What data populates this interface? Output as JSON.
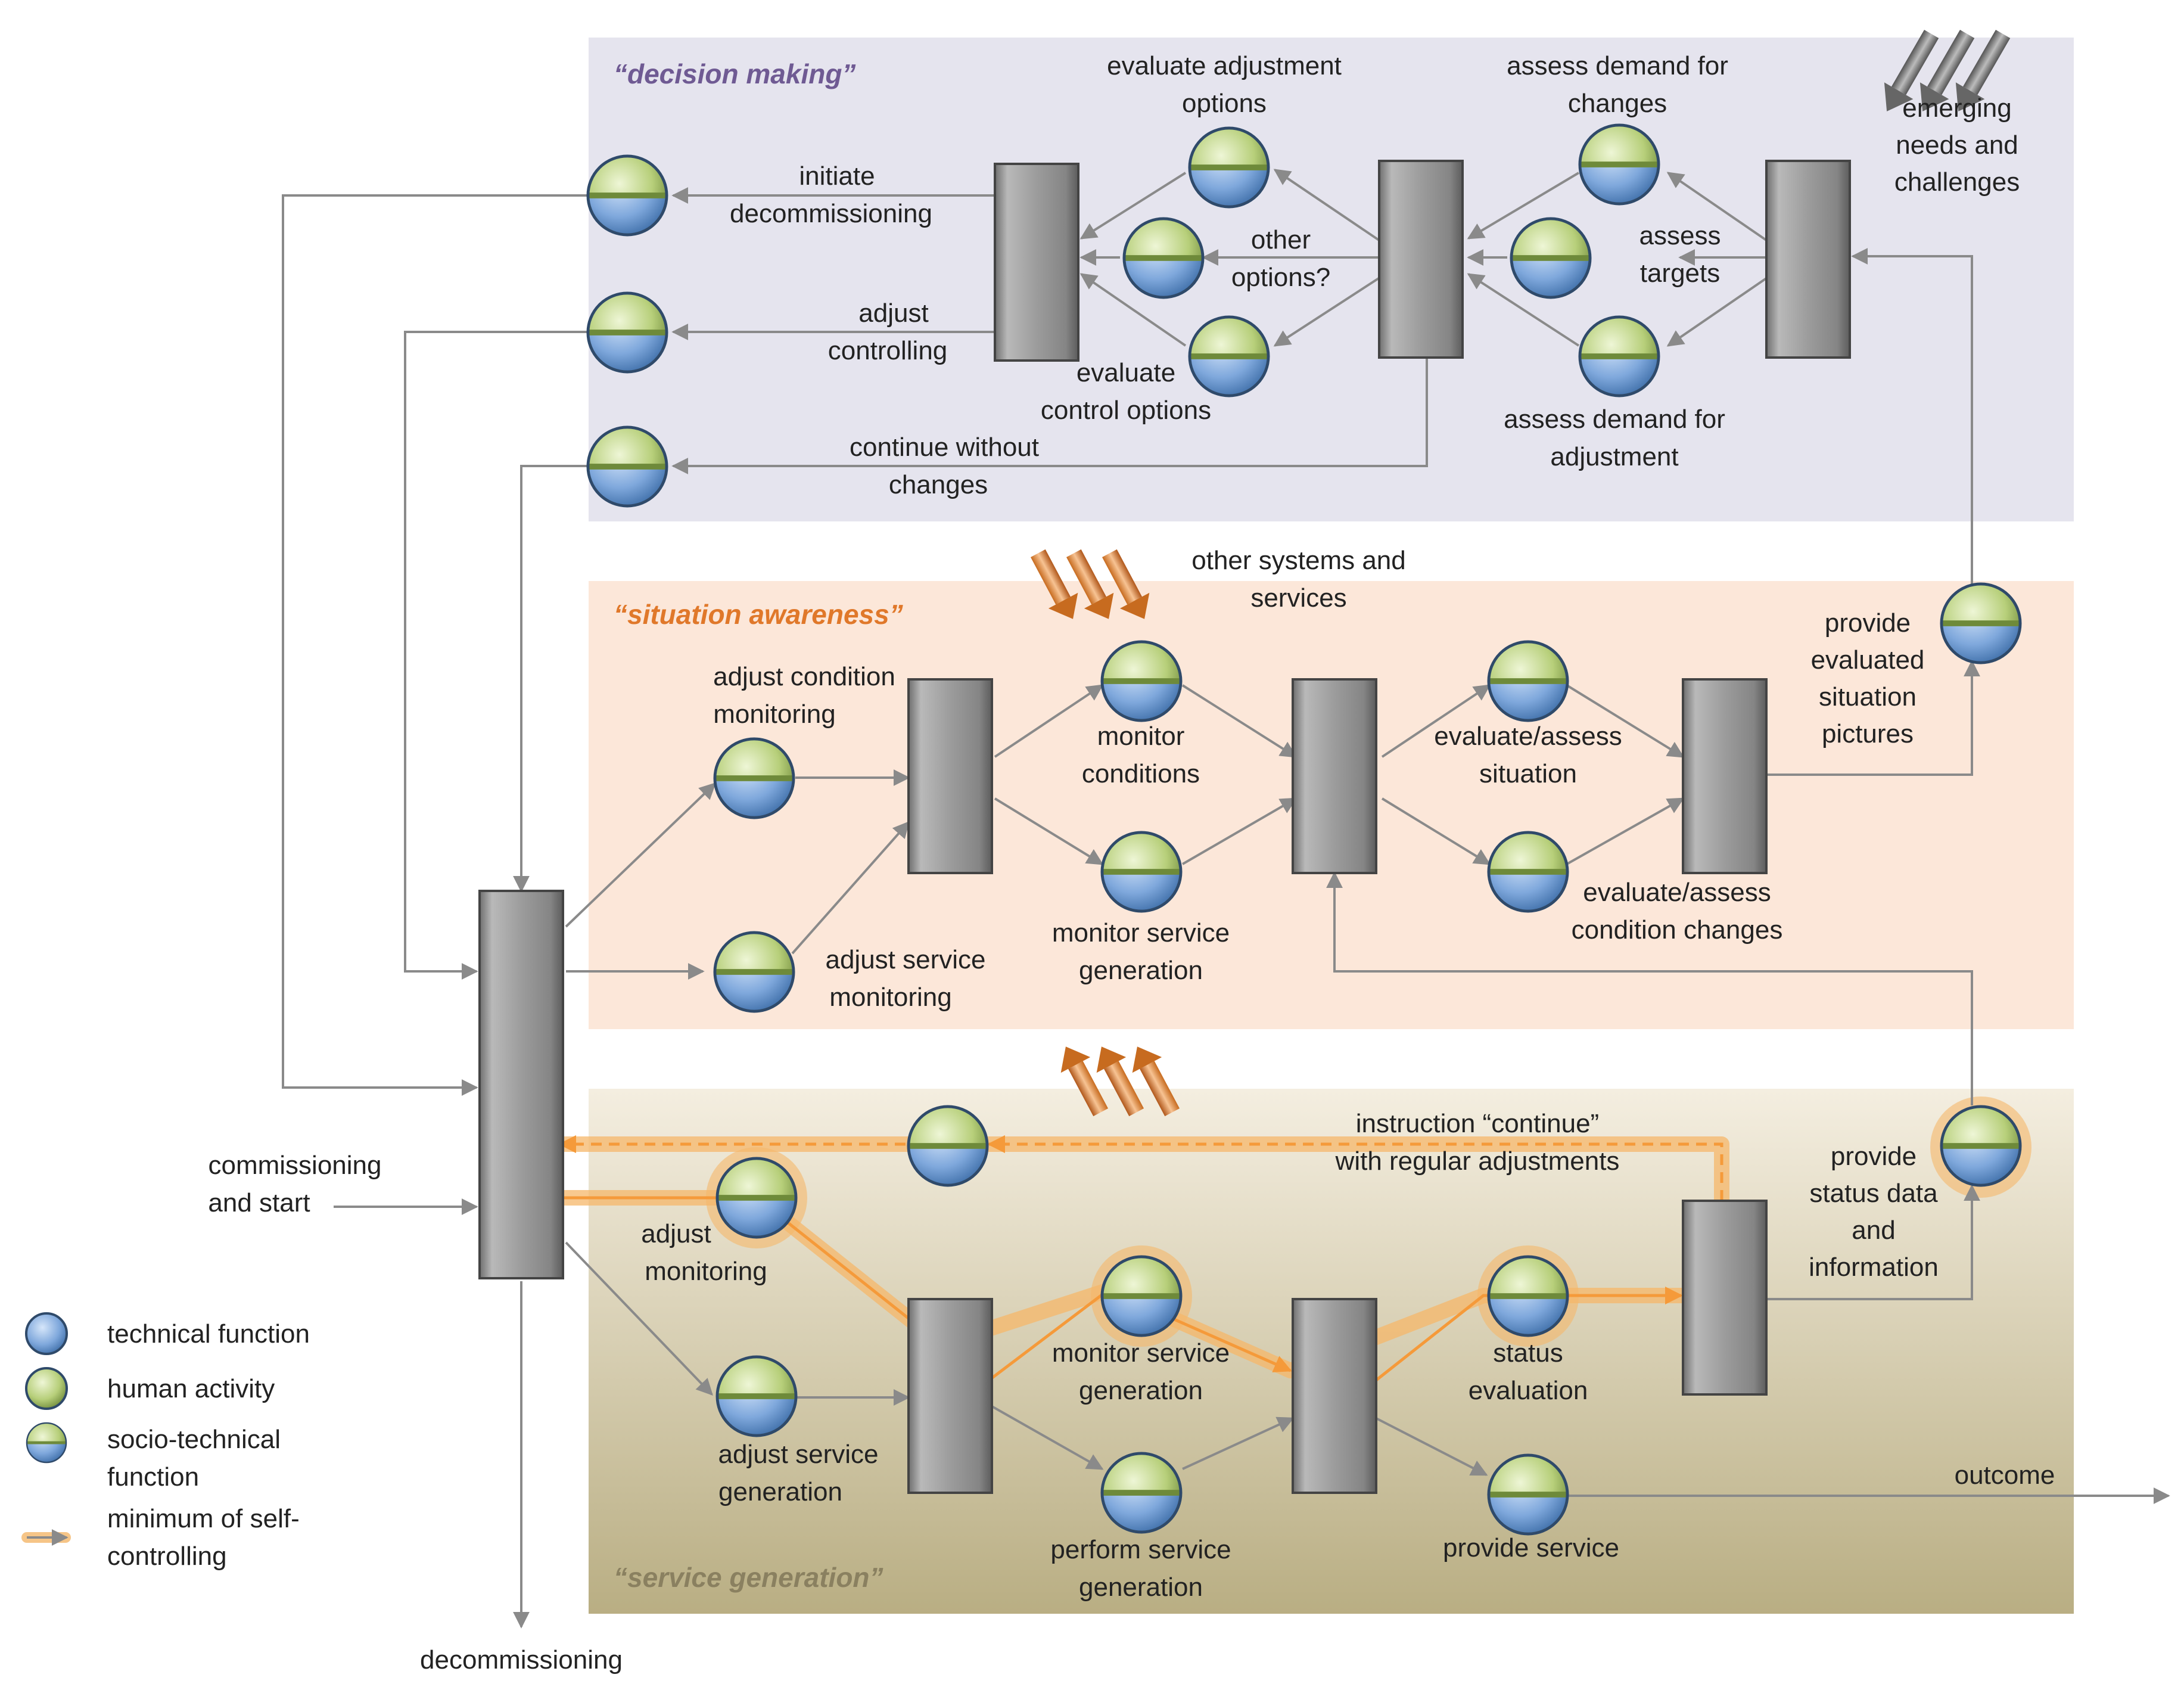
{
  "panels": {
    "decision_making": {
      "title": "“decision making”",
      "color": "#e5e4ee",
      "title_color": "#6f5a93"
    },
    "situation_awareness": {
      "title": "“situation awareness”",
      "color": "#fce7d9",
      "title_color": "#e0782a"
    },
    "service_generation": {
      "title": "“service generation”",
      "title_color": "#8a8060"
    }
  },
  "labels": {
    "initiate_decommissioning": [
      "initiate",
      "decommissioning"
    ],
    "adjust_controlling": [
      "adjust",
      "controlling"
    ],
    "continue_without_changes": [
      "continue without",
      "changes"
    ],
    "evaluate_adjustment_options": [
      "evaluate adjustment",
      "options"
    ],
    "other_options": [
      "other",
      "options?"
    ],
    "evaluate_control_options": [
      "evaluate",
      "control options"
    ],
    "assess_demand_for_changes": [
      "assess demand for",
      "changes"
    ],
    "assess_targets": [
      "assess",
      "targets"
    ],
    "assess_demand_for_adjustment": [
      "assess demand for",
      "adjustment"
    ],
    "emerging_needs": [
      "emerging",
      "needs and",
      "challenges"
    ],
    "other_systems": [
      "other systems and",
      "services"
    ],
    "adjust_condition_monitoring": [
      "adjust condition",
      "monitoring"
    ],
    "adjust_service_monitoring": [
      "adjust service",
      "monitoring"
    ],
    "monitor_conditions": [
      "monitor",
      "conditions"
    ],
    "monitor_service_generation_sa": [
      "monitor service",
      "generation"
    ],
    "evaluate_assess_situation": [
      "evaluate/assess",
      "situation"
    ],
    "evaluate_assess_condition_changes": [
      "evaluate/assess",
      "condition changes"
    ],
    "provide_evaluated_situation_pictures": [
      "provide",
      "evaluated",
      "situation",
      "pictures"
    ],
    "instruction_continue": [
      "instruction “continue”",
      "with regular adjustments"
    ],
    "commissioning_and_start": [
      "commissioning",
      "and start"
    ],
    "adjust_monitoring": [
      "adjust",
      "monitoring"
    ],
    "adjust_service_generation": [
      "adjust service",
      "generation"
    ],
    "monitor_service_generation_sg": [
      "monitor service",
      "generation"
    ],
    "perform_service_generation": [
      "perform service",
      "generation"
    ],
    "status_evaluation": [
      "status",
      "evaluation"
    ],
    "provide_service": [
      "provide service"
    ],
    "provide_status_data": [
      "provide",
      "status data",
      "and",
      "information"
    ],
    "outcome": [
      "outcome"
    ],
    "decommissioning": [
      "decommissioning"
    ]
  },
  "legend": {
    "technical_function": [
      "technical function"
    ],
    "human_activity": [
      "human activity"
    ],
    "socio_technical_function": [
      "socio-technical",
      "function"
    ],
    "minimum_self_controlling": [
      "minimum of self-",
      "controlling"
    ]
  },
  "colors": {
    "blue_node": "#7fa8dc",
    "green_node": "#b7cf7a",
    "connector": "#8a8a8a",
    "highlight": "#f59a3a",
    "bar": "#9a9a9a"
  }
}
